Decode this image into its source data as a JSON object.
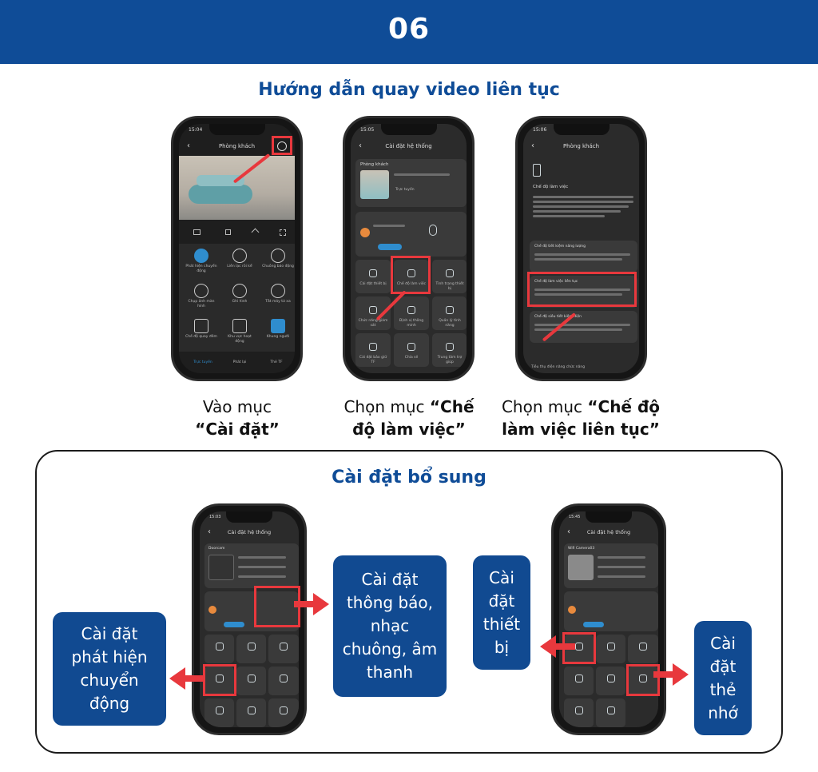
{
  "header": {
    "step_number": "06",
    "title": "Hướng dẫn quay video liên tục"
  },
  "colors": {
    "brand_blue": "#0f4c97",
    "highlight_red": "#e8383d",
    "phone_screen": "#2b2b2b"
  },
  "steps": [
    {
      "caption_line1": "Vào mục",
      "caption_line2": "“Cài đặt”",
      "screen": {
        "time": "15:04",
        "title": "Phòng khách",
        "controls": [
          {
            "label": "Phát hiện chuyển động",
            "icon": "running-person-icon"
          },
          {
            "label": "Liên lạc rồi kể",
            "icon": "microphone-icon"
          },
          {
            "label": "Chuông báo động",
            "icon": "siren-icon"
          },
          {
            "label": "Chụp ảnh màn hình",
            "icon": "camera-icon"
          },
          {
            "label": "Ghi hình",
            "icon": "record-icon"
          },
          {
            "label": "Tắt máy từ xa",
            "icon": "power-icon"
          },
          {
            "label": "Chế độ quay đêm",
            "icon": "night-icon"
          },
          {
            "label": "Khu vực hoạt động",
            "icon": "zone-icon"
          },
          {
            "label": "Khung người",
            "icon": "person-frame-icon"
          }
        ],
        "bottom_tabs": [
          "Trực tuyến",
          "Phát lại",
          "Thẻ TF"
        ]
      }
    },
    {
      "caption_prefix": "Chọn mục ",
      "caption_bold1": "“Chế",
      "caption_bold2": "độ làm việc”",
      "screen": {
        "time": "15:05",
        "title": "Cài đặt hệ thống",
        "device": "Phòng khách",
        "status": "Trực tuyến",
        "tiles": [
          "Cài đặt thiết bị",
          "Chế độ làm việc",
          "Tình trạng thiết bị",
          "Chức năng giám sát",
          "Định vị thông minh",
          "Quản lý tính năng",
          "Cài đặt bảo giữ TF",
          "Chia sẻ",
          "Trung tâm trợ giúp"
        ]
      }
    },
    {
      "caption_prefix": "Chọn mục ",
      "caption_bold1": "“Chế độ",
      "caption_bold2": "làm việc liên tục”",
      "screen": {
        "time": "15:06",
        "title": "Phòng khách",
        "section": "Chế độ làm việc",
        "options": [
          "Chế độ tiết kiệm năng lượng",
          "Chế độ làm việc liên tục",
          "Chế độ siêu tiết kiệm điện"
        ],
        "footer": "Tiêu thụ điện năng chức năng"
      }
    }
  ],
  "extra": {
    "title": "Cài đặt bổ sung",
    "left_phone": {
      "time": "15:03",
      "title": "Cài đặt hệ thống",
      "device": "Doorcam"
    },
    "right_phone": {
      "time": "15:45",
      "title": "Cài đặt hệ thống",
      "device": "Wifi Camera03"
    },
    "callout_motion": [
      "Cài đặt",
      "phát hiện",
      "chuyển",
      "động"
    ],
    "callout_notify": [
      "Cài đặt",
      "thông báo,",
      "nhạc",
      "chuông, âm",
      "thanh"
    ],
    "callout_device": [
      "Cài",
      "đặt",
      "thiết",
      "bị"
    ],
    "callout_card": [
      "Cài",
      "đặt",
      "thẻ",
      "nhớ"
    ]
  }
}
